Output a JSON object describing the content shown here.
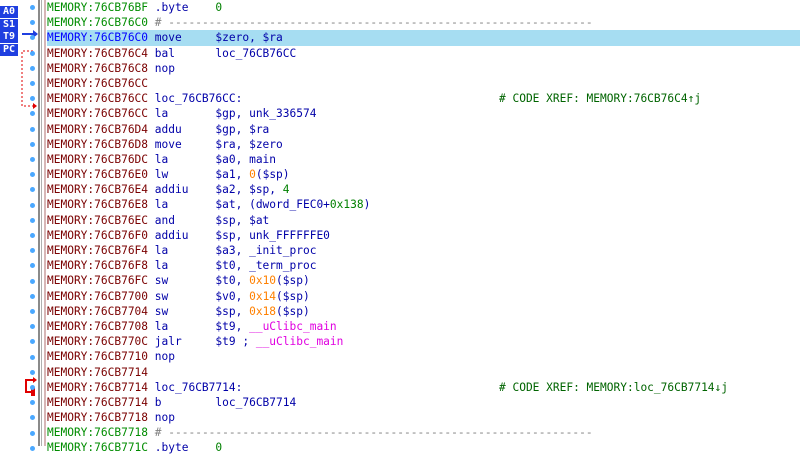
{
  "registers": [
    "A0",
    "S1",
    "T9",
    "PC"
  ],
  "lines": [
    {
      "addr": "MEMORY:76CB76BF",
      "mn": ".byte",
      "ops": [
        {
          "t": "0",
          "c": "num"
        }
      ],
      "seg": true
    },
    {
      "addr": "MEMORY:76CB76C0",
      "mn": "",
      "ops": [
        {
          "t": "# ---------------------------------------------------------------",
          "c": "comm"
        }
      ],
      "seg": true
    },
    {
      "addr": "MEMORY:76CB76C0",
      "mn": "move",
      "ops": [
        {
          "t": "$zero, $ra",
          "c": "op"
        }
      ],
      "hl": true
    },
    {
      "addr": "MEMORY:76CB76C4",
      "mn": "bal",
      "ops": [
        {
          "t": "loc_76CB76CC",
          "c": "op"
        }
      ]
    },
    {
      "addr": "MEMORY:76CB76C8",
      "mn": "nop",
      "ops": []
    },
    {
      "addr": "MEMORY:76CB76CC",
      "mn": "",
      "ops": []
    },
    {
      "addr": "MEMORY:76CB76CC",
      "mn": "loc_76CB76CC:",
      "ops": [],
      "comment": "# CODE XREF: MEMORY:76CB76C4↑j"
    },
    {
      "addr": "MEMORY:76CB76CC",
      "mn": "la",
      "ops": [
        {
          "t": "$gp, unk_336574",
          "c": "op"
        }
      ]
    },
    {
      "addr": "MEMORY:76CB76D4",
      "mn": "addu",
      "ops": [
        {
          "t": "$gp, $ra",
          "c": "op"
        }
      ]
    },
    {
      "addr": "MEMORY:76CB76D8",
      "mn": "move",
      "ops": [
        {
          "t": "$ra, $zero",
          "c": "op"
        }
      ]
    },
    {
      "addr": "MEMORY:76CB76DC",
      "mn": "la",
      "ops": [
        {
          "t": "$a0, main",
          "c": "op"
        }
      ]
    },
    {
      "addr": "MEMORY:76CB76E0",
      "mn": "lw",
      "ops": [
        {
          "t": "$a1, ",
          "c": "op"
        },
        {
          "t": "0",
          "c": "num or"
        },
        {
          "t": "($sp)",
          "c": "op"
        }
      ]
    },
    {
      "addr": "MEMORY:76CB76E4",
      "mn": "addiu",
      "ops": [
        {
          "t": "$a2, $sp, ",
          "c": "op"
        },
        {
          "t": "4",
          "c": "num"
        }
      ]
    },
    {
      "addr": "MEMORY:76CB76E8",
      "mn": "la",
      "ops": [
        {
          "t": "$at, (dword_FEC0+",
          "c": "op"
        },
        {
          "t": "0x138",
          "c": "num"
        },
        {
          "t": ")",
          "c": "op"
        }
      ]
    },
    {
      "addr": "MEMORY:76CB76EC",
      "mn": "and",
      "ops": [
        {
          "t": "$sp, $at",
          "c": "op"
        }
      ]
    },
    {
      "addr": "MEMORY:76CB76F0",
      "mn": "addiu",
      "ops": [
        {
          "t": "$sp, unk_FFFFFFE0",
          "c": "op"
        }
      ]
    },
    {
      "addr": "MEMORY:76CB76F4",
      "mn": "la",
      "ops": [
        {
          "t": "$a3, _init_proc",
          "c": "op"
        }
      ]
    },
    {
      "addr": "MEMORY:76CB76F8",
      "mn": "la",
      "ops": [
        {
          "t": "$t0, _term_proc",
          "c": "op"
        }
      ]
    },
    {
      "addr": "MEMORY:76CB76FC",
      "mn": "sw",
      "ops": [
        {
          "t": "$t0, ",
          "c": "op"
        },
        {
          "t": "0x10",
          "c": "num or"
        },
        {
          "t": "($sp)",
          "c": "op"
        }
      ]
    },
    {
      "addr": "MEMORY:76CB7700",
      "mn": "sw",
      "ops": [
        {
          "t": "$v0, ",
          "c": "op"
        },
        {
          "t": "0x14",
          "c": "num or"
        },
        {
          "t": "($sp)",
          "c": "op"
        }
      ]
    },
    {
      "addr": "MEMORY:76CB7704",
      "mn": "sw",
      "ops": [
        {
          "t": "$sp, ",
          "c": "op"
        },
        {
          "t": "0x18",
          "c": "num or"
        },
        {
          "t": "($sp)",
          "c": "op"
        }
      ]
    },
    {
      "addr": "MEMORY:76CB7708",
      "mn": "la",
      "ops": [
        {
          "t": "$t9, ",
          "c": "op"
        },
        {
          "t": "__uClibc_main",
          "c": "magenta"
        }
      ]
    },
    {
      "addr": "MEMORY:76CB770C",
      "mn": "jalr",
      "ops": [
        {
          "t": "$t9 ; ",
          "c": "op"
        },
        {
          "t": "__uClibc_main",
          "c": "magenta"
        }
      ]
    },
    {
      "addr": "MEMORY:76CB7710",
      "mn": "nop",
      "ops": []
    },
    {
      "addr": "MEMORY:76CB7714",
      "mn": "",
      "ops": []
    },
    {
      "addr": "MEMORY:76CB7714",
      "mn": "loc_76CB7714:",
      "ops": [],
      "comment": "# CODE XREF: MEMORY:loc_76CB7714↓j"
    },
    {
      "addr": "MEMORY:76CB7714",
      "mn": "b",
      "ops": [
        {
          "t": "loc_76CB7714",
          "c": "op"
        }
      ]
    },
    {
      "addr": "MEMORY:76CB7718",
      "mn": "nop",
      "ops": []
    },
    {
      "addr": "MEMORY:76CB7718",
      "mn": "",
      "ops": [
        {
          "t": "# ---------------------------------------------------------------",
          "c": "comm"
        }
      ],
      "seg": true,
      "segTail": true
    },
    {
      "addr": "MEMORY:76CB771C",
      "mn": ".byte",
      "ops": [
        {
          "t": "0",
          "c": "num"
        }
      ],
      "seg": true
    }
  ]
}
